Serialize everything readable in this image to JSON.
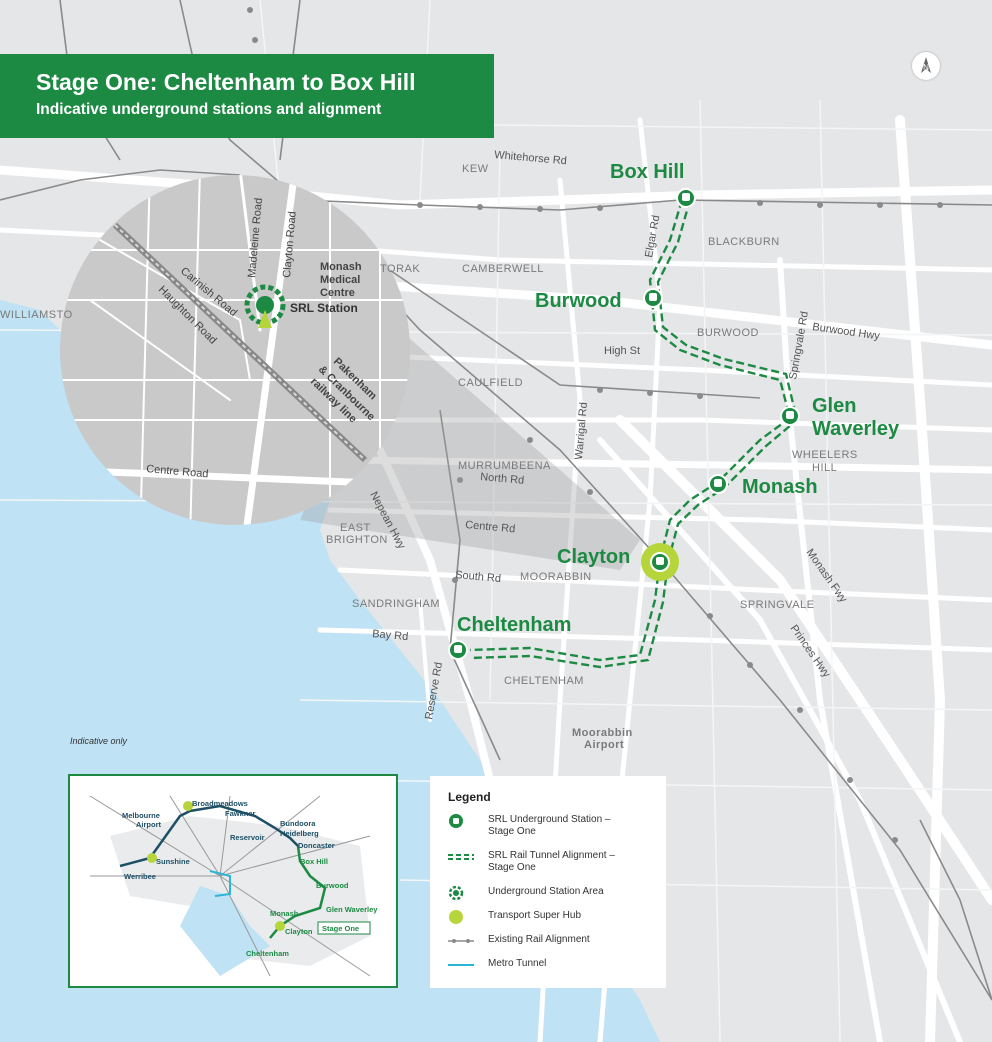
{
  "header": {
    "title": "Stage One: Cheltenham to Box Hill",
    "subtitle": "Indicative underground stations and alignment"
  },
  "stations": [
    {
      "id": "box-hill",
      "name": "Box Hill"
    },
    {
      "id": "burwood",
      "name": "Burwood"
    },
    {
      "id": "glen-waverley",
      "name": "Glen\nWaverley"
    },
    {
      "id": "monash",
      "name": "Monash"
    },
    {
      "id": "clayton",
      "name": "Clayton",
      "super_hub": true
    },
    {
      "id": "cheltenham",
      "name": "Cheltenham"
    }
  ],
  "suburbs": [
    "KEW",
    "BLACKBURN",
    "CAMBERWELL",
    "BURWOOD",
    "CAULFIELD",
    "WHEELERS HILL",
    "MURRUMBEENA",
    "EAST BRIGHTON",
    "MOORABBIN",
    "SPRINGVALE",
    "SANDRINGHAM",
    "CHELTENHAM",
    "Moorabbin Airport",
    "TORAK",
    "WILLIAMSTO"
  ],
  "roads": [
    "Whitehorse Rd",
    "Elgar Rd",
    "Burwood Hwy",
    "High St",
    "Springvale Rd",
    "Warrigal Rd",
    "North Rd",
    "Centre Rd",
    "Nepean Hwy",
    "South Rd",
    "Bay Rd",
    "Reserve Rd",
    "Monash Fwy",
    "Princes Hwy"
  ],
  "zoom": {
    "station_label": "SRL Station",
    "streets": [
      "Madeleine Road",
      "Clayton Road",
      "Carinish Road",
      "Haughton Road",
      "Centre Road"
    ],
    "poi": "Monash\nMedical\nCentre",
    "rail": "Pakenham\n& Cranbourne\nrailway line"
  },
  "note": "Indicative only",
  "legend": {
    "title": "Legend",
    "items": [
      {
        "symbol": "underground-station-icon",
        "label": "SRL Underground Station –\nStage One"
      },
      {
        "symbol": "tunnel-alignment-icon",
        "label": "SRL Rail Tunnel Alignment –\nStage One"
      },
      {
        "symbol": "station-area-icon",
        "label": "Underground Station Area"
      },
      {
        "symbol": "super-hub-icon",
        "label": "Transport Super Hub"
      },
      {
        "symbol": "existing-rail-icon",
        "label": "Existing Rail Alignment"
      },
      {
        "symbol": "metro-tunnel-icon",
        "label": "Metro Tunnel"
      }
    ]
  },
  "inset": {
    "labels": [
      "Broadmeadows",
      "Melbourne\nAirport",
      "Fawkner",
      "Bundoora",
      "Heidelberg",
      "Reservoir",
      "Doncaster",
      "Box Hill",
      "Burwood",
      "Sunshine",
      "Werribee",
      "Monash",
      "Glen Waverley",
      "Clayton",
      "Stage One",
      "Cheltenham"
    ]
  },
  "colors": {
    "brand_green": "#1d8a43",
    "super_hub": "#b6d53a",
    "water": "#bfe2f4",
    "land": "#e5e6e8",
    "road": "#ffffff",
    "rail": "#8a8a8a",
    "metro_tunnel": "#2bb5d6"
  }
}
